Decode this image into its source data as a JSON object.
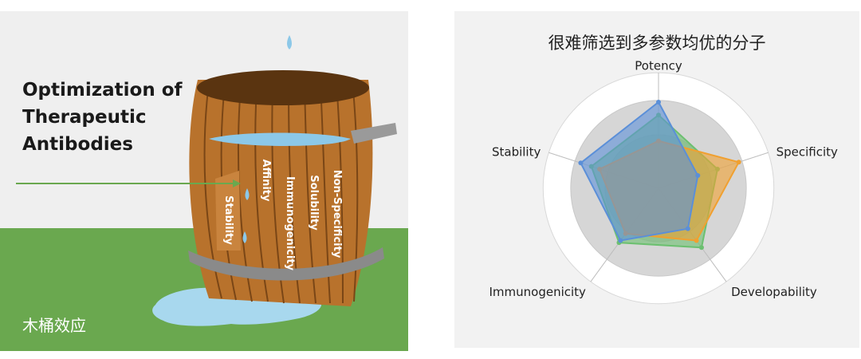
{
  "left_panel": {
    "title": "Optimization of Therapeutic Antibodies",
    "caption": "木桶效应",
    "stave_labels": [
      "Stability",
      "Affinity",
      "Immunogenicity",
      "Solubility",
      "Non-Specificity"
    ],
    "colors": {
      "grass": "#6aa84f",
      "wood": "#b8722c",
      "water": "#8cc8e8"
    }
  },
  "chart_data": {
    "type": "radar",
    "title": "很难筛选到多参数均优的分子",
    "axes": [
      "Potency",
      "Specificity",
      "Developability",
      "Immunogenicity",
      "Stability"
    ],
    "rmax": 1,
    "series": [
      {
        "color": "#5b8fd8",
        "values": [
          1.0,
          0.48,
          0.58,
          0.75,
          0.95
        ]
      },
      {
        "color": "#f0a030",
        "values": [
          0.55,
          0.98,
          0.75,
          0.65,
          0.72
        ]
      },
      {
        "color": "#6cc070",
        "values": [
          0.85,
          0.72,
          0.85,
          0.78,
          0.82
        ]
      }
    ]
  }
}
